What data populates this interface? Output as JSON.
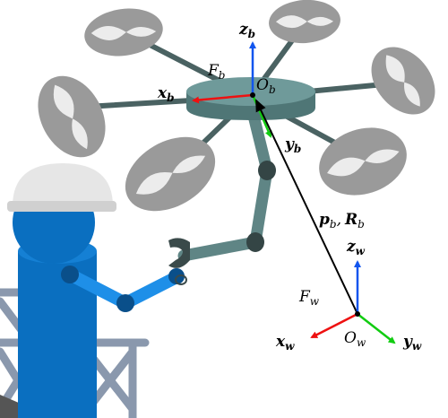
{
  "labels": {
    "zb_main": "z",
    "zb_sub": "b",
    "Fb_main": "F",
    "Fb_sub": "b",
    "Ob_main": "O",
    "Ob_sub": "b",
    "xb_main": "x",
    "xb_sub": "b",
    "yb_main": "y",
    "yb_sub": "b",
    "pR_p": "p",
    "pR_psub": "b",
    "pR_comma": ",",
    "pR_R": "R",
    "pR_Rsub": "b",
    "zw_main": "z",
    "zw_sub": "w",
    "Fw_main": "F",
    "Fw_sub": "w",
    "xw_main": "x",
    "xw_sub": "w",
    "Ow_main": "O",
    "Ow_sub": "w",
    "yw_main": "y",
    "yw_sub": "w"
  },
  "colors": {
    "axis_x": "#ee1111",
    "axis_y": "#11cc11",
    "axis_z": "#1155ee",
    "vector": "#000000",
    "arm_link": "#5f8585",
    "arm_joint": "#344545",
    "propeller": "#9a9a9a",
    "blade": "#e6e6e6",
    "body_top": "#6f9a9a",
    "body_side": "#4f7676",
    "human": "#0a6fc0",
    "human_arm": "#1e8fe8",
    "helmet": "#e8e8e8",
    "scaffold": "#8a98ad"
  },
  "icons": [
    "aerial-robot",
    "human-operator",
    "hard-hat",
    "scaffold",
    "gripper"
  ]
}
